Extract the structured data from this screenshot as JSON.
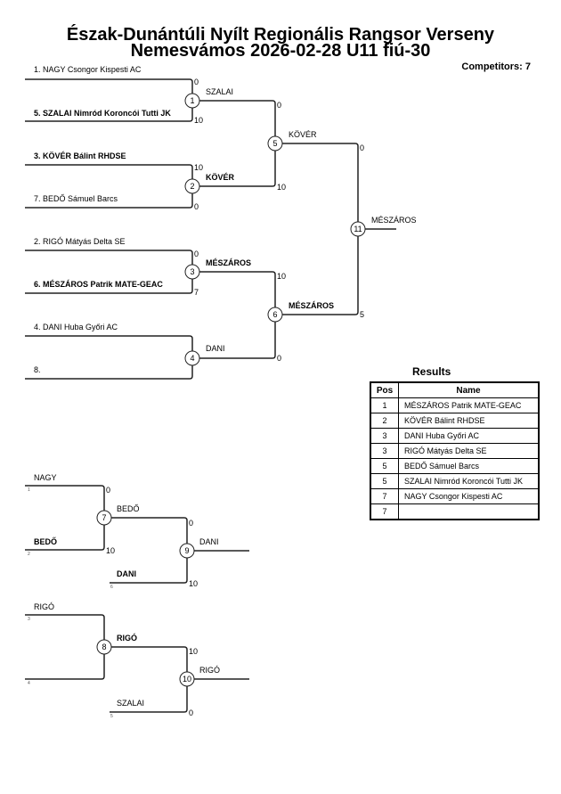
{
  "header": {
    "title_line1": "Észak-Dunántúli Nyílt Regionális Rangsor Verseny",
    "title_line2": "Nemesvámos 2026-02-28 U11 fiú-30",
    "competitors": "Competitors: 7"
  },
  "main_bracket": {
    "round1": [
      {
        "match": "1",
        "top": {
          "label": "1. NAGY Csongor Kispesti AC",
          "score": "0"
        },
        "bottom": {
          "label": "5. SZALAI Nimród Koroncói Tutti JK",
          "score": "10",
          "bold": true
        }
      },
      {
        "match": "2",
        "top": {
          "label": "3. KÖVÉR Bálint RHDSE",
          "score": "10",
          "bold": true
        },
        "bottom": {
          "label": "7. BEDŐ Sámuel Barcs",
          "score": "0"
        }
      },
      {
        "match": "3",
        "top": {
          "label": "2. RIGÓ Mátyás Delta SE",
          "score": "0"
        },
        "bottom": {
          "label": "6. MÉSZÁROS Patrik MATE-GEAC",
          "score": "7",
          "bold": true
        }
      },
      {
        "match": "4",
        "top": {
          "label": "4. DANI Huba Győri AC",
          "score": ""
        },
        "bottom": {
          "label": "8.",
          "score": ""
        }
      }
    ],
    "round2": [
      {
        "match": "5",
        "top": {
          "label": "SZALAI",
          "score": "0"
        },
        "bottom": {
          "label": "KÖVÉR",
          "score": "10",
          "bold": true
        }
      },
      {
        "match": "6",
        "top": {
          "label": "MÉSZÁROS",
          "score": "10",
          "bold": true
        },
        "bottom": {
          "label": "DANI",
          "score": "0"
        }
      }
    ],
    "final": {
      "match": "11",
      "top": {
        "label": "KÖVÉR",
        "score": "0"
      },
      "bottom": {
        "label": "MÉSZÁROS",
        "score": "5",
        "bold": true
      },
      "winner": "MÉSZÁROS"
    }
  },
  "repechage": [
    {
      "first": {
        "match": "7",
        "top": {
          "label": "NAGY",
          "source": "1",
          "score": "0"
        },
        "bottom": {
          "label": "BEDŐ",
          "source": "2",
          "score": "10",
          "bold": true
        }
      },
      "second": {
        "match": "9",
        "top": {
          "label": "BEDŐ",
          "score": "0"
        },
        "bottom": {
          "label": "DANI",
          "source": "6",
          "score": "10",
          "bold": true
        },
        "winner": "DANI"
      }
    },
    {
      "first": {
        "match": "8",
        "top": {
          "label": "RIGÓ",
          "source": "3",
          "score": ""
        },
        "bottom": {
          "label": "",
          "source": "4",
          "score": ""
        }
      },
      "second": {
        "match": "10",
        "top": {
          "label": "RIGÓ",
          "score": "10",
          "bold": true
        },
        "bottom": {
          "label": "SZALAI",
          "source": "5",
          "score": "0"
        },
        "winner": "RIGÓ"
      }
    }
  ],
  "results": {
    "title": "Results",
    "headers": [
      "Pos",
      "Name"
    ],
    "rows": [
      {
        "pos": "1",
        "name": "MÉSZÁROS Patrik MATE-GEAC"
      },
      {
        "pos": "2",
        "name": "KÖVÉR Bálint RHDSE"
      },
      {
        "pos": "3",
        "name": "DANI Huba Győri AC"
      },
      {
        "pos": "3",
        "name": "RIGÓ Mátyás Delta SE"
      },
      {
        "pos": "5",
        "name": "BEDŐ Sámuel Barcs"
      },
      {
        "pos": "5",
        "name": "SZALAI Nimród Koroncói Tutti JK"
      },
      {
        "pos": "7",
        "name": "NAGY Csongor Kispesti AC"
      },
      {
        "pos": "7",
        "name": ""
      }
    ]
  }
}
